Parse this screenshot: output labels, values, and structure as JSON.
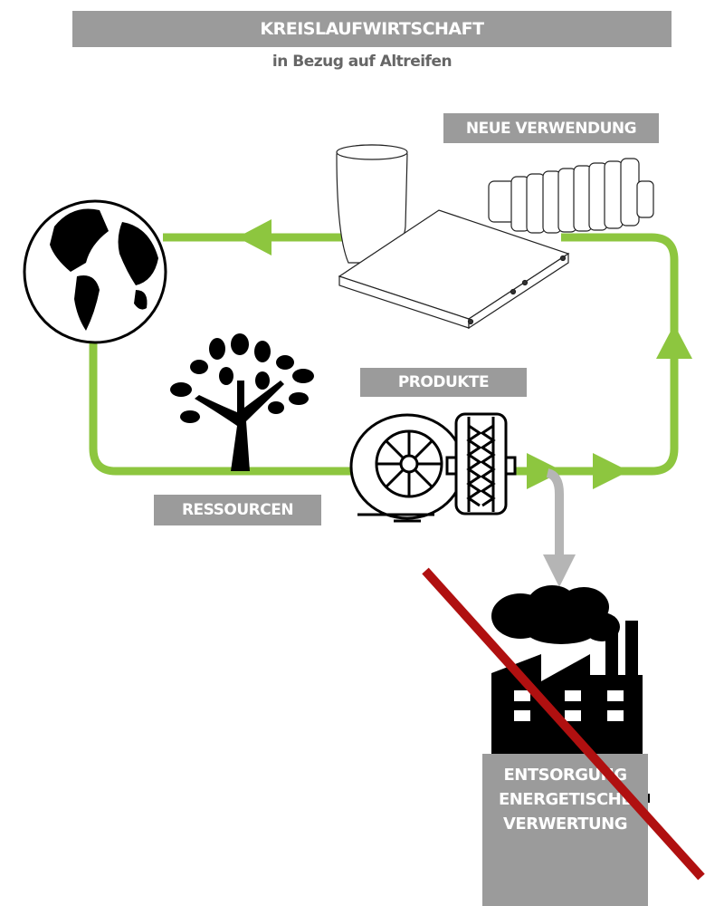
{
  "header": {
    "title": "KREISLAUFWIRTSCHAFT",
    "subtitle": "in Bezug auf Altreifen"
  },
  "labels": {
    "new_use": "NEUE VERWENDUNG",
    "products": "PRODUKTE",
    "resources": "RESSOURCEN",
    "disposal": [
      "ENTSORGUNG",
      "ENERGETISCHE",
      "VERWERTUNG"
    ]
  },
  "colors": {
    "cycle": "#8dc63f",
    "label_bg": "#9b9b9b",
    "disposal_arrow": "#b5b5b5",
    "strike": "#b01010"
  }
}
